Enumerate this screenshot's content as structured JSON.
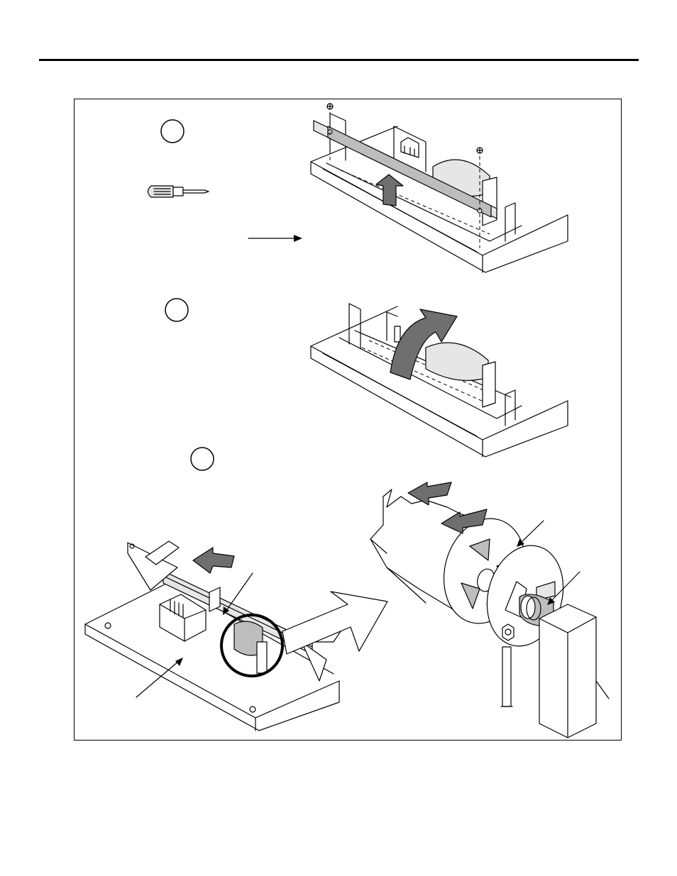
{
  "page": {
    "header_rule": true
  },
  "figure": {
    "steps": [
      {
        "id": "step-1",
        "label": ""
      },
      {
        "id": "step-2",
        "label": ""
      },
      {
        "id": "step-3",
        "label": ""
      }
    ],
    "callouts": [
      {
        "id": "callout-tray-pointer",
        "label": ""
      },
      {
        "id": "callout-base-pointer",
        "label": ""
      },
      {
        "id": "callout-bar-pointer",
        "label": ""
      },
      {
        "id": "callout-hub-pointer",
        "label": ""
      },
      {
        "id": "callout-shaft-pointer",
        "label": ""
      }
    ],
    "icons": [
      "screwdriver-icon",
      "screw-icon",
      "lift-arrow-icon",
      "flip-arrow-icon",
      "slide-arrow-icon",
      "zoom-arrow-icon"
    ],
    "colors": {
      "ink": "#000000",
      "arrow_dark": "#6f6f6f",
      "part_mid": "#bdbdbd",
      "part_light": "#e6e6e6",
      "paper": "#ffffff"
    }
  }
}
